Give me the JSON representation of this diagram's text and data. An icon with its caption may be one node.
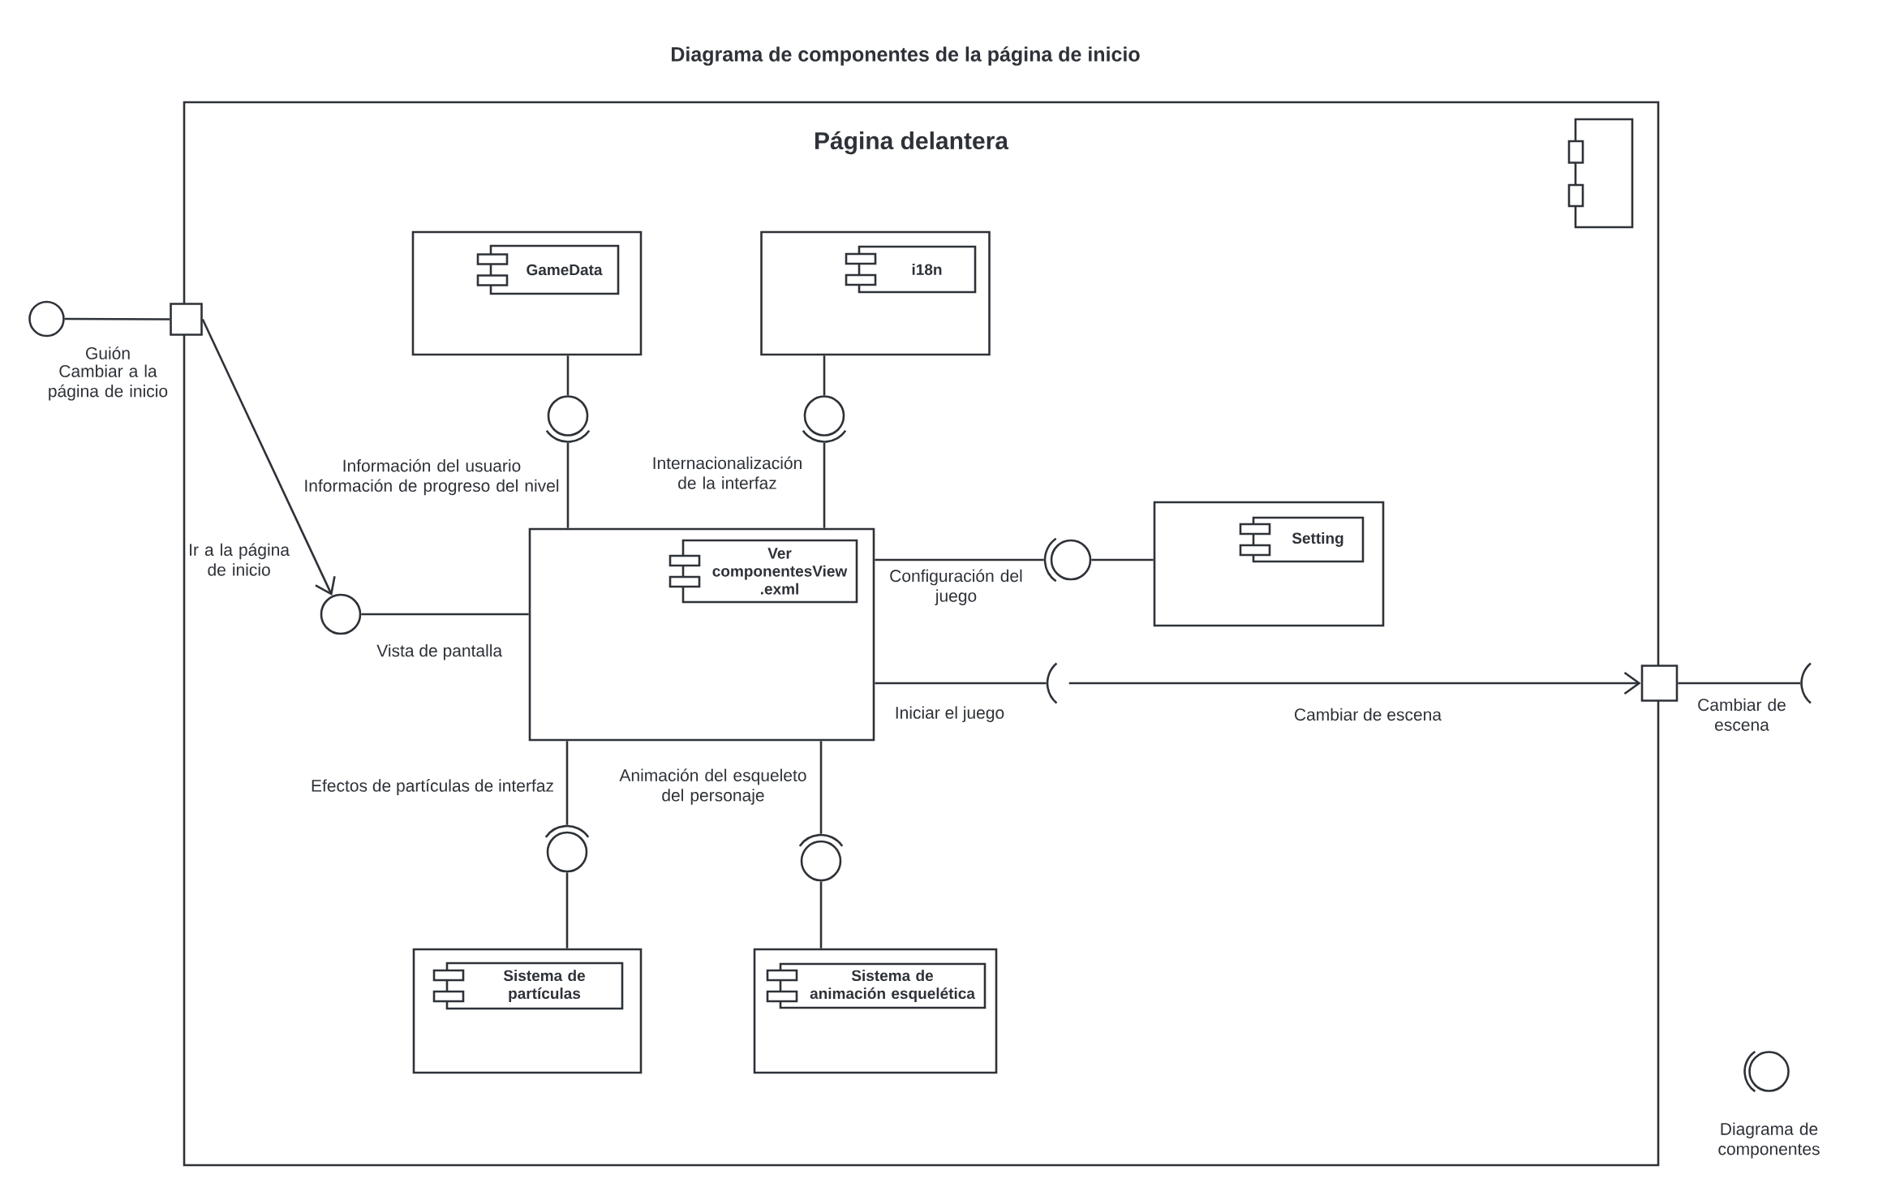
{
  "diagram": {
    "title": "Diagrama de componentes de la página de inicio",
    "nodes": [
      {
        "text": [
          "Página delantera"
        ]
      },
      {
        "text": [],
        "shape": "box",
        "in": 0
      },
      {
        "text": [
          "GameData"
        ],
        "in": 1
      },
      {
        "text": [],
        "shape": "box",
        "in": 0
      },
      {
        "text": [
          "i18n"
        ],
        "in": 3
      },
      {
        "text": [],
        "shape": "circle",
        "beside": [
          "Guión",
          "Cambiar a la página de inicio"
        ]
      },
      {
        "text": [],
        "shape": "box"
      },
      {
        "text": [],
        "shape": "circle",
        "in": 0
      },
      {
        "text": [],
        "shape": "arc",
        "in": 0
      },
      {
        "text": [],
        "shape": "circle",
        "in": 0
      },
      {
        "text": [],
        "shape": "arc",
        "in": 0
      },
      {
        "text": [],
        "shape": "box",
        "in": 0
      },
      {
        "text": [
          "Ver componentesView .exml"
        ],
        "in": 11
      },
      {
        "text": [],
        "shape": "arc",
        "in": 0
      },
      {
        "text": [],
        "shape": "circle",
        "in": 0
      },
      {
        "text": [],
        "shape": "box",
        "in": 0
      },
      {
        "text": [
          "Setting"
        ],
        "in": 15
      },
      {
        "text": [],
        "shape": "circle",
        "in": 0
      },
      {
        "text": [],
        "shape": "arc",
        "in": 0
      },
      {
        "text": [],
        "shape": "box"
      },
      {
        "text": [],
        "shape": "arc"
      },
      {
        "text": [],
        "shape": "arc",
        "in": 0
      },
      {
        "text": [],
        "shape": "circle",
        "in": 0
      },
      {
        "text": [],
        "shape": "arc",
        "in": 0
      },
      {
        "text": [],
        "shape": "circle",
        "in": 0
      },
      {
        "text": [],
        "shape": "box",
        "in": 0
      },
      {
        "text": [
          "Sistema de partículas"
        ],
        "in": 25
      },
      {
        "text": [],
        "shape": "box",
        "in": 0
      },
      {
        "text": [
          "Sistema de animación esquelética"
        ],
        "in": 27
      },
      {
        "text": [],
        "shape": "circle",
        "beside": [
          "Diagrama de componentes"
        ]
      }
    ],
    "edges": [
      {
        "from": 5,
        "to": 6,
        "arrow": "none"
      },
      {
        "from": 6,
        "to": 17,
        "arrow": "to",
        "label": "Ir a la página de inicio"
      },
      {
        "from": 1,
        "to": 7,
        "arrow": "none"
      },
      {
        "from": 11,
        "to": 8,
        "arrow": "none",
        "label": "Información del usuario Información de progreso del nivel"
      },
      {
        "from": 3,
        "to": 9,
        "arrow": "none"
      },
      {
        "from": 11,
        "to": 10,
        "arrow": "none",
        "label": "Internacionalización de la interfaz"
      },
      {
        "from": 17,
        "to": 11,
        "arrow": "none",
        "label": "Vista de pantalla"
      },
      {
        "from": 11,
        "to": 13,
        "arrow": "none",
        "label": "Configuración del juego"
      },
      {
        "from": 15,
        "to": 14,
        "arrow": "none"
      },
      {
        "from": 11,
        "to": 18,
        "arrow": "none",
        "label": "Iniciar el juego"
      },
      {
        "from": 18,
        "to": 19,
        "arrow": "to",
        "label": "Cambiar de escena"
      },
      {
        "from": 19,
        "to": 20,
        "arrow": "none",
        "label": "Cambiar de escena"
      },
      {
        "from": 11,
        "to": 21,
        "arrow": "none",
        "label": "Efectos de partículas de interfaz"
      },
      {
        "from": 25,
        "to": 22,
        "arrow": "none"
      },
      {
        "from": 11,
        "to": 23,
        "arrow": "none",
        "label": "Animación del esqueleto del personaje"
      },
      {
        "from": 27,
        "to": 24,
        "arrow": "none"
      }
    ]
  }
}
